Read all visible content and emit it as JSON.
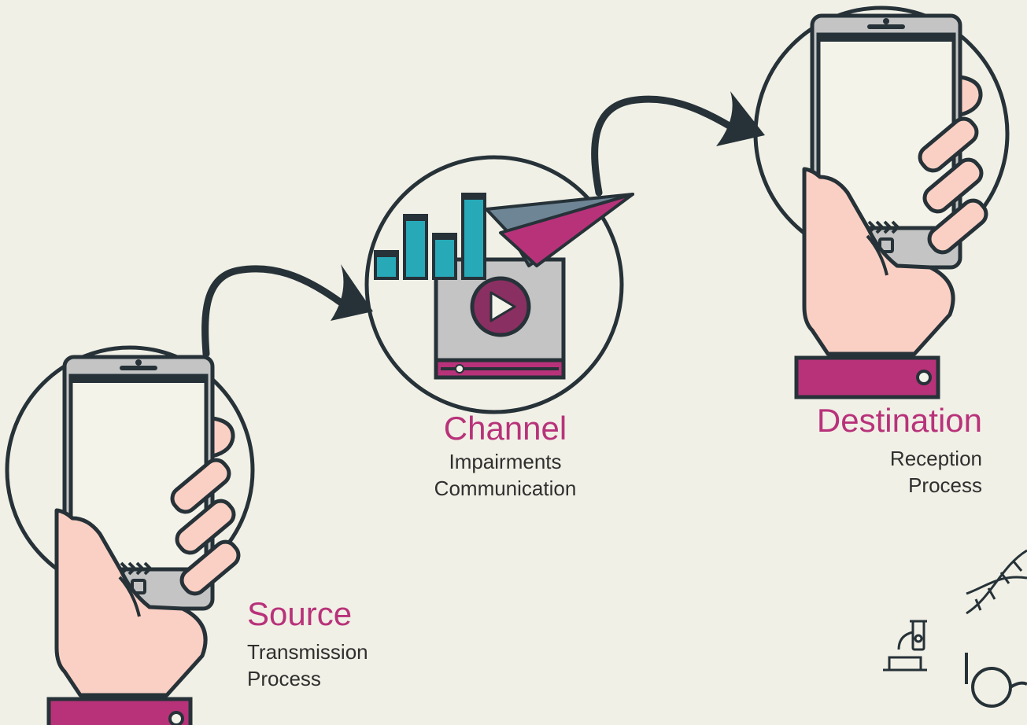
{
  "colors": {
    "background": "#f1f0e6",
    "outline": "#263238",
    "accent_magenta": "#b8327a",
    "teal": "#27a9b8",
    "skin": "#fbd0c4",
    "phone_gray": "#c4c4c4",
    "screen": "#f4f3ea"
  },
  "nodes": {
    "source": {
      "title": "Source",
      "line1": "Transmission",
      "line2": "Process"
    },
    "channel": {
      "title": "Channel",
      "line1": "Impairments",
      "line2": "Communication"
    },
    "destination": {
      "title": "Destination",
      "line1": "Reception",
      "line2": "Process"
    }
  },
  "icons": [
    "phone-in-hand-icon",
    "paper-plane-icon",
    "bar-chart-icon",
    "video-player-icon",
    "play-icon",
    "dna-icon",
    "microscope-icon",
    "glasses-icon"
  ]
}
